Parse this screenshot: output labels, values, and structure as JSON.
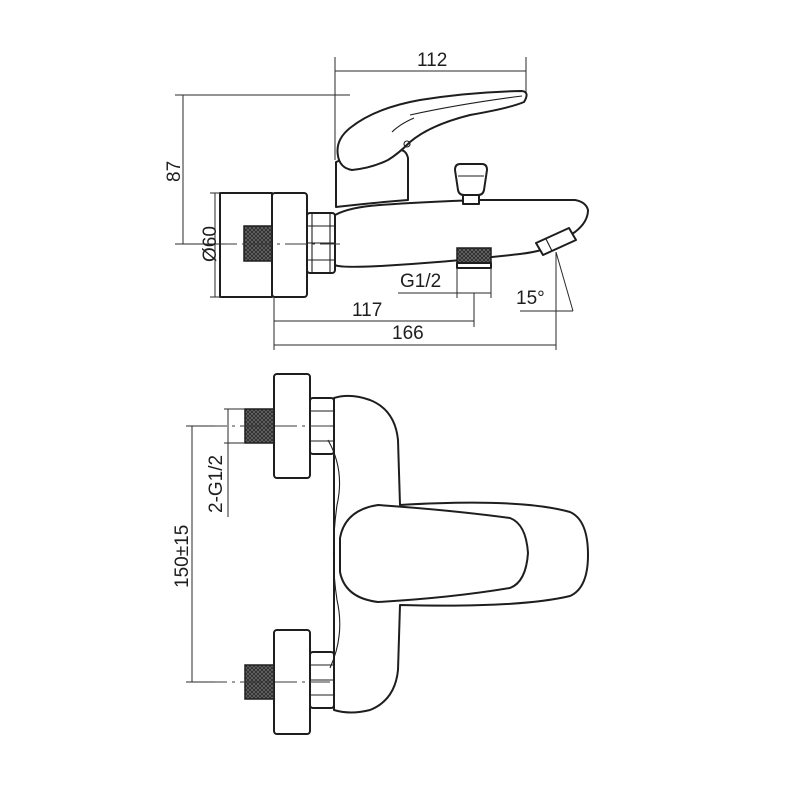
{
  "colors": {
    "line": "#1e1e1e",
    "thread": "#555555",
    "background": "#ffffff"
  },
  "side_view": {
    "dims": {
      "width_top": "112",
      "height": "87",
      "diameter": "Ø60",
      "thread": "G1/2",
      "angle": "15°",
      "depth": "117",
      "total_length": "166"
    }
  },
  "top_view": {
    "dims": {
      "thread": "2-G1/2",
      "center_distance": "150±15"
    }
  }
}
